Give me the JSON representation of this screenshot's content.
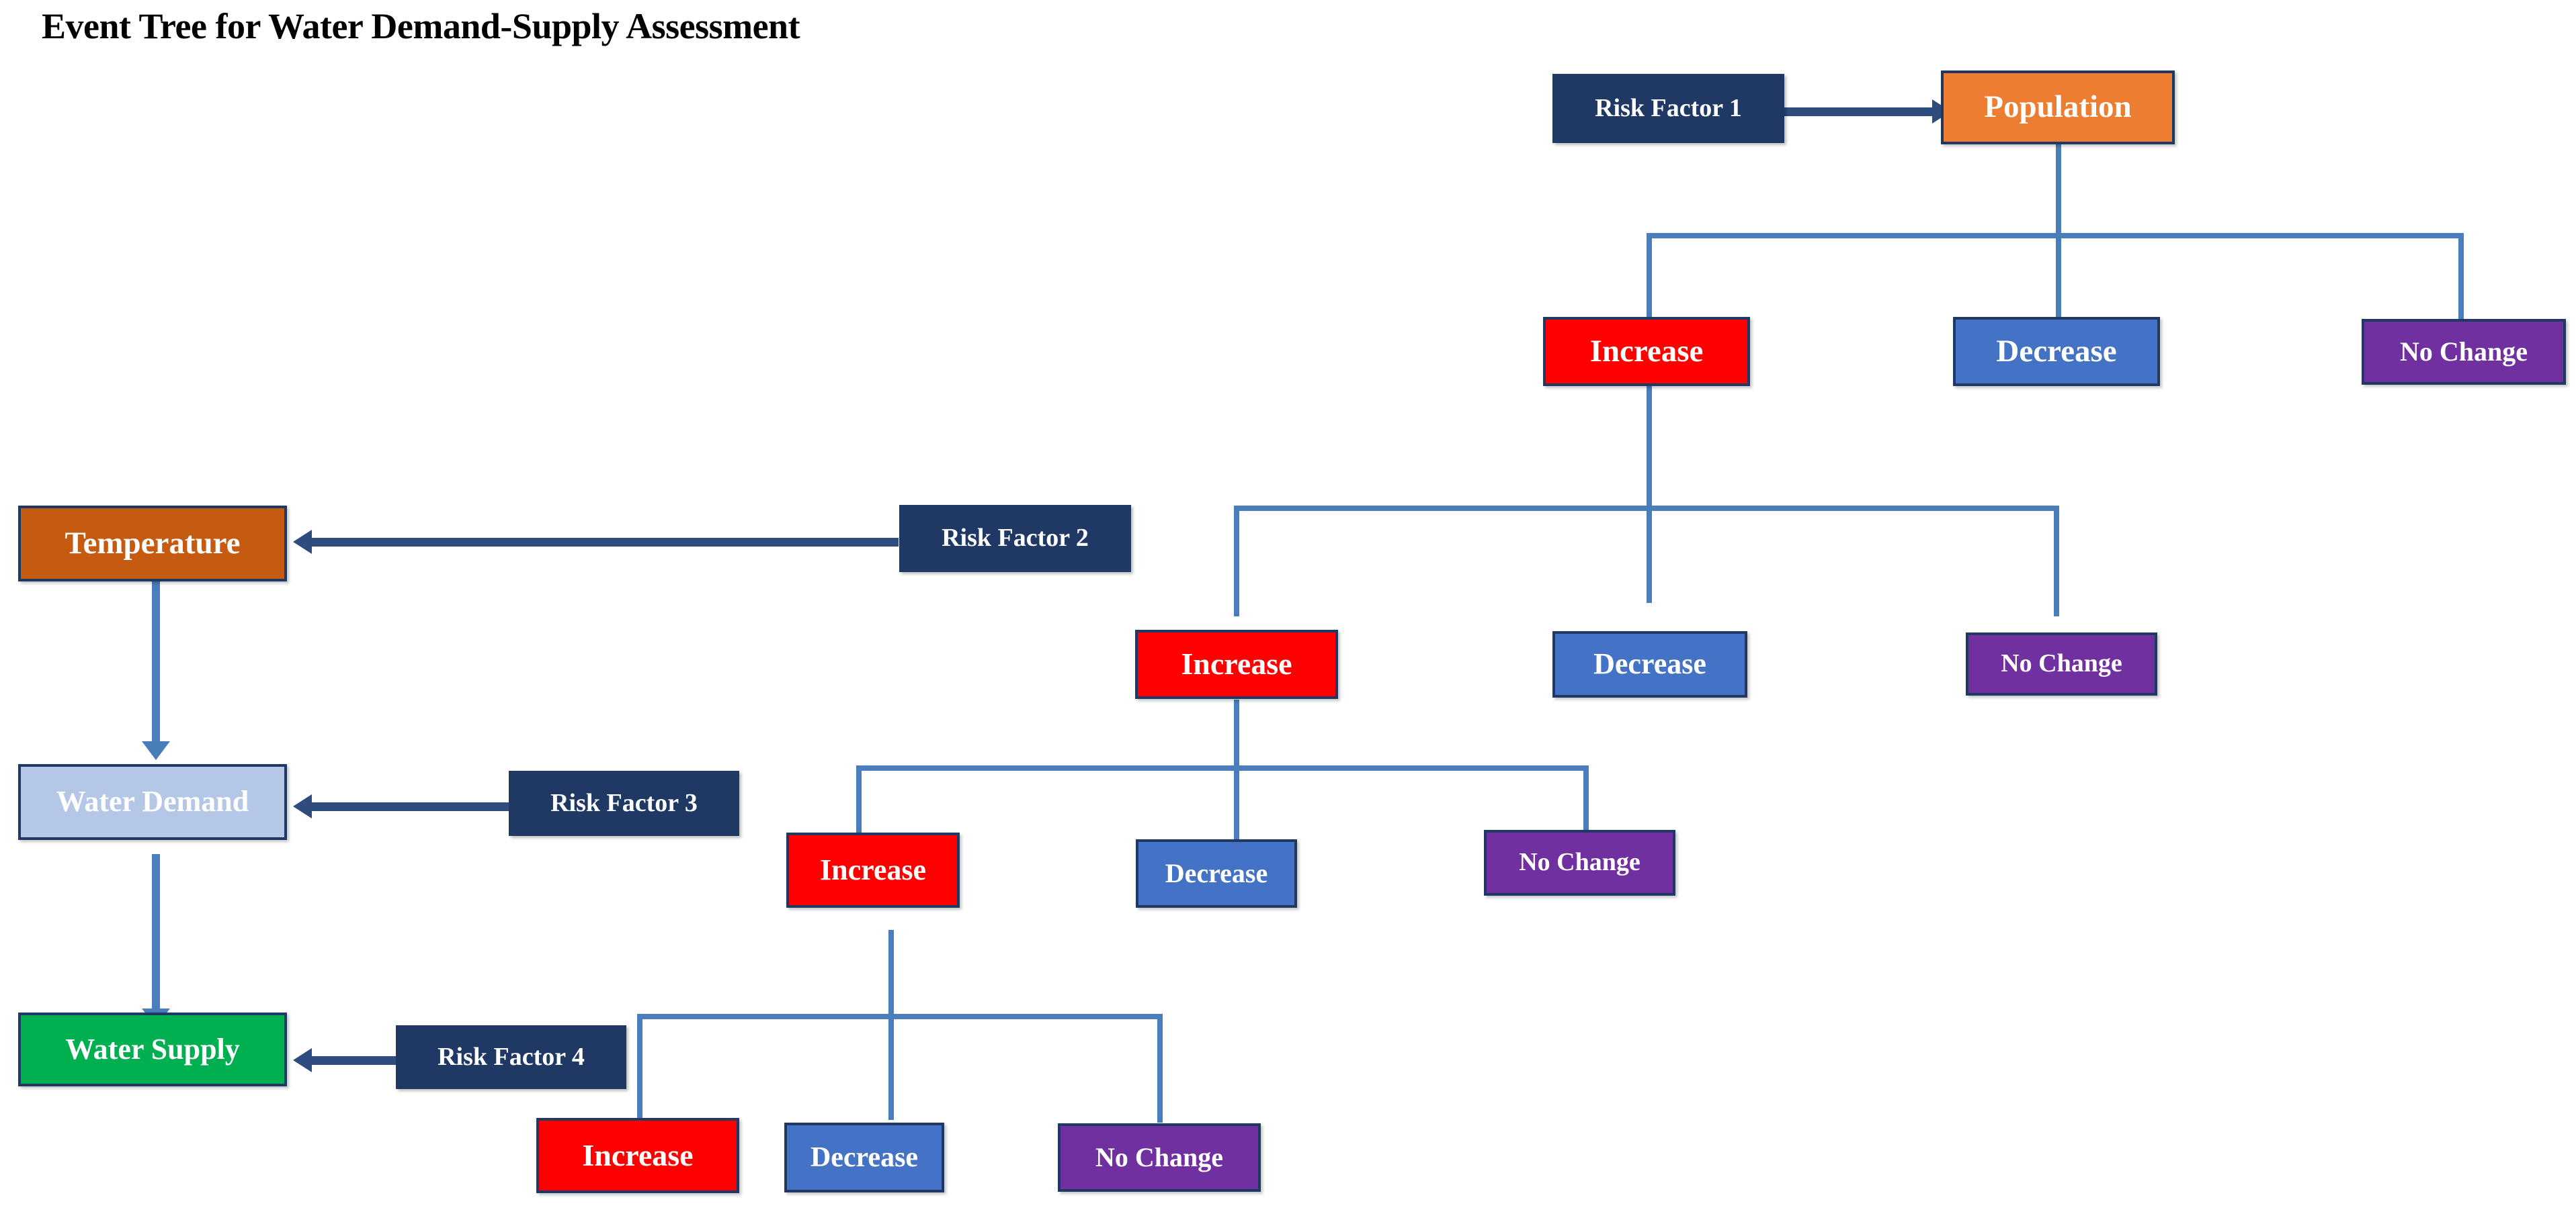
{
  "title": "Event Tree for Water Demand-Supply Assessment",
  "colors": {
    "navy": "#1F3864",
    "risk_box": "#1F3864",
    "population_orange": "#ED7D31",
    "temperature_orange": "#C55A11",
    "water_demand_blue": "#B4C7E7",
    "water_supply_green": "#00B050",
    "increase_red": "#FF0000",
    "decrease_blue": "#4472C4",
    "no_change_purple": "#7030A0",
    "connector_blue": "#4A7EBB",
    "arrow_navy": "#2E4C7E",
    "text_white": "#FFFFFF",
    "background": "#FFFFFF"
  },
  "risk_factors": [
    {
      "id": "rf1",
      "label": "Risk Factor 1"
    },
    {
      "id": "rf2",
      "label": "Risk Factor 2"
    },
    {
      "id": "rf3",
      "label": "Risk Factor 3"
    },
    {
      "id": "rf4",
      "label": "Risk Factor 4"
    }
  ],
  "variables": [
    {
      "id": "population",
      "label": "Population",
      "risk_factor": "Risk Factor 1"
    },
    {
      "id": "temperature",
      "label": "Temperature",
      "risk_factor": "Risk Factor 2"
    },
    {
      "id": "water_demand",
      "label": "Water Demand",
      "risk_factor": "Risk Factor 3"
    },
    {
      "id": "water_supply",
      "label": "Water Supply",
      "risk_factor": "Risk Factor 4"
    }
  ],
  "outcome_labels": {
    "increase": "Increase",
    "decrease": "Decrease",
    "no_change": "No Change"
  },
  "levels": [
    {
      "id": "level1",
      "parent": "Population",
      "outcomes": [
        "Increase",
        "Decrease",
        "No Change"
      ],
      "branch_from": "Increase"
    },
    {
      "id": "level2",
      "parent": "Temperature",
      "outcomes": [
        "Increase",
        "Decrease",
        "No Change"
      ],
      "branch_from": "Increase"
    },
    {
      "id": "level3",
      "parent": "Water Demand",
      "outcomes": [
        "Increase",
        "Decrease",
        "No Change"
      ],
      "branch_from": "Increase"
    },
    {
      "id": "level4",
      "parent": "Water Supply",
      "outcomes": [
        "Increase",
        "Decrease",
        "No Change"
      ],
      "branch_from": null
    }
  ]
}
